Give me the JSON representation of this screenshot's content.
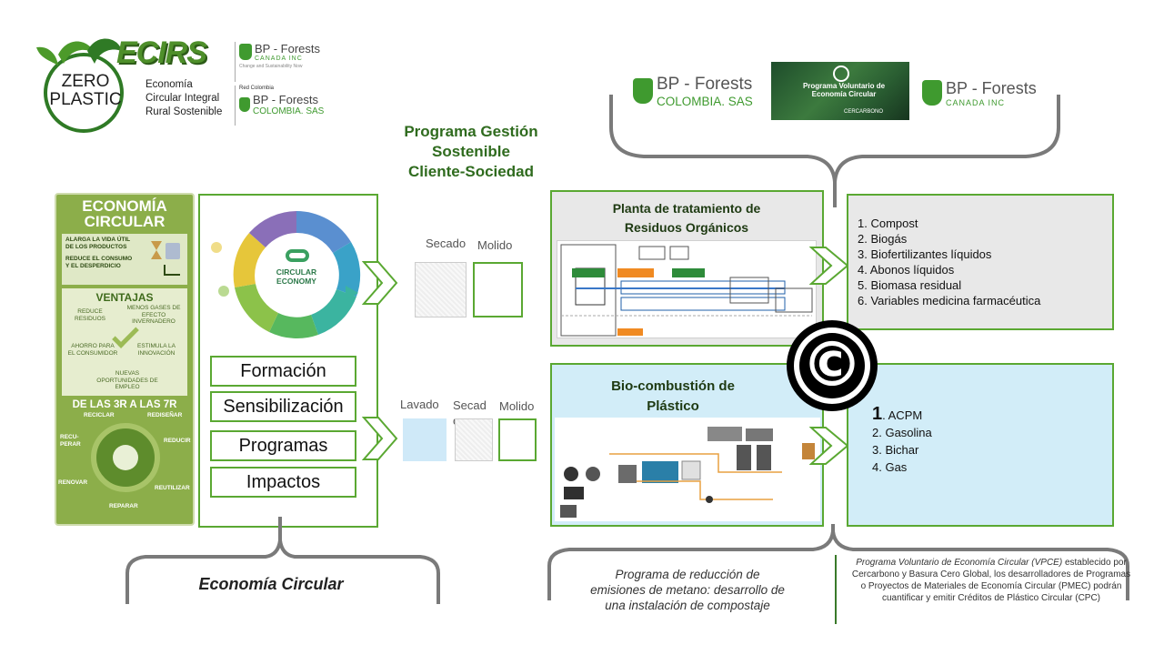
{
  "logos": {
    "zero_plastic": "ZERO\nPLASTIC",
    "ecirs_name": "ECIRS",
    "ecirs_tagline": [
      "Economía",
      "Circular Integral",
      "Rural Sostenible"
    ],
    "bp_forests_canada_name": "BP - Forests",
    "bp_forests_canada_sub": "CANADA INC",
    "bp_forests_canada_tag": "Change and Sustainability Now",
    "red_colombia": "Red Colombia",
    "bp_forests_colombia_name": "BP - Forests",
    "bp_forests_colombia_sub": "COLOMBIA. SAS",
    "programa_voluntario": "Programa Voluntario de Economía Circular",
    "cercarbono": "CERCARBONO"
  },
  "main_title": [
    "Programa Gestión",
    "Sostenible",
    "Cliente-Sociedad"
  ],
  "infographic": {
    "header": [
      "ECONOMÍA",
      "CIRCULAR"
    ],
    "bullets": [
      "ALARGA LA VIDA ÚTIL DE LOS PRODUCTOS",
      "REDUCE EL CONSUMO Y EL DESPERDICIO"
    ],
    "ventajas_title": "VENTAJAS",
    "ventajas": [
      "REDUCE RESIDUOS",
      "MENOS GASES DE EFECTO INVERNADERO",
      "AHORRO PARA EL CONSUMIDOR",
      "ESTIMULA LA INNOVACIÓN",
      "NUEVAS OPORTUNIDADES DE EMPLEO"
    ],
    "seven_r_title": "DE LAS 3R A LAS 7R",
    "seven_r": [
      "RECICLAR",
      "REDISEÑAR",
      "RECU-PERAR",
      "REDUCIR",
      "RENOVAR",
      "REUTILIZAR",
      "REPARAR"
    ]
  },
  "circular_diagram": {
    "center": [
      "CIRCULAR",
      "ECONOMY"
    ]
  },
  "left_buttons": [
    "Formación",
    "Sensibilización",
    "Programas",
    "Impactos"
  ],
  "process_top": {
    "labels": [
      "Secado",
      "Molido"
    ]
  },
  "process_bottom": {
    "labels": [
      "Lavado",
      "Secad o",
      "Molido"
    ]
  },
  "plant_title": [
    "Planta de tratamiento de",
    "Residuos Orgánicos"
  ],
  "plant_products": [
    "1. Compost",
    "2. Biogás",
    "3. Biofertilizantes líquidos",
    "4. Abonos líquidos",
    "5. Biomasa residual",
    "6. Variables medicina farmacéutica"
  ],
  "bio_title": [
    "Bio-combustión de",
    "Plástico"
  ],
  "bio_products": {
    "first_num": "1",
    "first_rest": ". ACPM",
    "rest": [
      "2. Gasolina",
      "3. Bichar",
      "4. Gas"
    ]
  },
  "copyright_symbol": "©",
  "footer_left": "Economía Circular",
  "footer_middle": [
    "Programa de reducción de",
    "emisiones de metano: desarrollo de",
    "una instalación de compostaje"
  ],
  "footer_right": {
    "italic_part": "Programa Voluntario de Economía Circular (VPCE)",
    "rest": " establecido por Cercarbono y Basura Cero Global, los desarrolladores de Programas o Proyectos de Materiales de Economía Circular (PMEC) podrán cuantificar y emitir Créditos de Plástico Circular (CPC)"
  },
  "colors": {
    "green_border": "#5aa832",
    "dark_green": "#2f6b1e",
    "gray_box": "#e8e8e8",
    "blue_box": "#d2edf8"
  }
}
